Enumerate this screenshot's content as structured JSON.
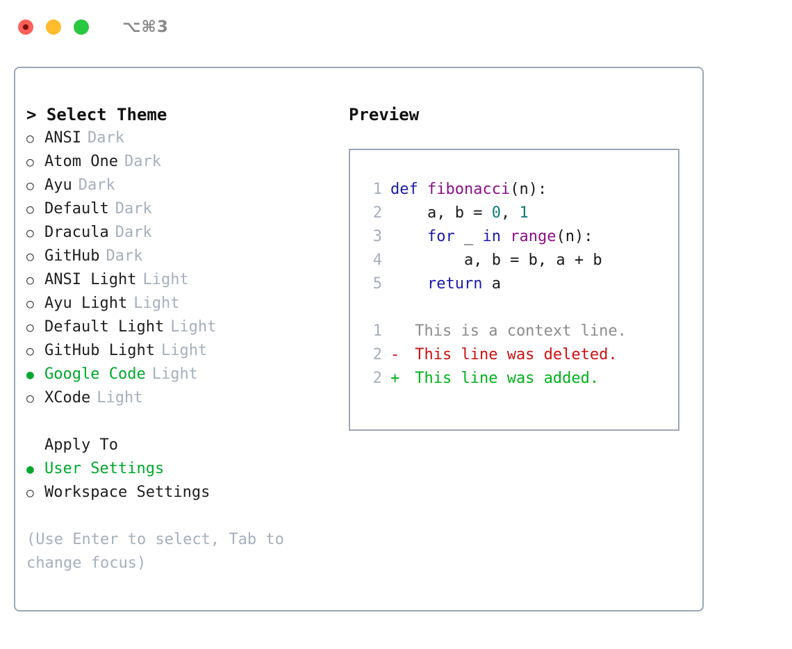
{
  "titlebar": {
    "shortcut": "⌥⌘3",
    "buttons": {
      "close": "close-window",
      "minimize": "minimize-window",
      "zoom": "zoom-window"
    }
  },
  "left": {
    "heading_caret": "> ",
    "heading": "Select Theme",
    "themes": [
      {
        "bullet": "○",
        "name": "ANSI",
        "tag": "Dark",
        "selected": false
      },
      {
        "bullet": "○",
        "name": "Atom One",
        "tag": "Dark",
        "selected": false
      },
      {
        "bullet": "○",
        "name": "Ayu",
        "tag": "Dark",
        "selected": false
      },
      {
        "bullet": "○",
        "name": "Default",
        "tag": "Dark",
        "selected": false
      },
      {
        "bullet": "○",
        "name": "Dracula",
        "tag": "Dark",
        "selected": false
      },
      {
        "bullet": "○",
        "name": "GitHub",
        "tag": "Dark",
        "selected": false
      },
      {
        "bullet": "○",
        "name": "ANSI Light",
        "tag": "Light",
        "selected": false
      },
      {
        "bullet": "○",
        "name": "Ayu Light",
        "tag": "Light",
        "selected": false
      },
      {
        "bullet": "○",
        "name": "Default Light",
        "tag": "Light",
        "selected": false
      },
      {
        "bullet": "○",
        "name": "GitHub Light",
        "tag": "Light",
        "selected": false
      },
      {
        "bullet": "●",
        "name": "Google Code",
        "tag": "Light",
        "selected": true
      },
      {
        "bullet": "○",
        "name": "XCode",
        "tag": "Light",
        "selected": false
      }
    ],
    "apply_heading": "Apply To",
    "apply_options": [
      {
        "bullet": "●",
        "name": "User Settings",
        "selected": true
      },
      {
        "bullet": "○",
        "name": "Workspace Settings",
        "selected": false
      }
    ],
    "hint": "(Use Enter to select, Tab to change focus)"
  },
  "preview": {
    "heading": "Preview",
    "code_lines": [
      {
        "num": "1",
        "tokens": [
          {
            "t": "def ",
            "c": "kw"
          },
          {
            "t": "fibonacci",
            "c": "fn"
          },
          {
            "t": "(n):",
            "c": "plain"
          }
        ]
      },
      {
        "num": "2",
        "tokens": [
          {
            "t": "    a, b = ",
            "c": "plain"
          },
          {
            "t": "0",
            "c": "num"
          },
          {
            "t": ", ",
            "c": "plain"
          },
          {
            "t": "1",
            "c": "num"
          }
        ]
      },
      {
        "num": "3",
        "tokens": [
          {
            "t": "    ",
            "c": "plain"
          },
          {
            "t": "for",
            "c": "kw"
          },
          {
            "t": " _ ",
            "c": "plain"
          },
          {
            "t": "in",
            "c": "kw"
          },
          {
            "t": " ",
            "c": "plain"
          },
          {
            "t": "range",
            "c": "fn"
          },
          {
            "t": "(n):",
            "c": "plain"
          }
        ]
      },
      {
        "num": "4",
        "tokens": [
          {
            "t": "        a, b = b, a + b",
            "c": "plain"
          }
        ]
      },
      {
        "num": "5",
        "tokens": [
          {
            "t": "    ",
            "c": "plain"
          },
          {
            "t": "return",
            "c": "kw"
          },
          {
            "t": " a",
            "c": "plain"
          }
        ]
      }
    ],
    "diff_lines": [
      {
        "num": "1",
        "mark": " ",
        "text": " This is a context line.",
        "kind": "ctx"
      },
      {
        "num": "2",
        "mark": "-",
        "text": " This line was deleted.",
        "kind": "del"
      },
      {
        "num": "2",
        "mark": "+",
        "text": " This line was added.",
        "kind": "add"
      }
    ]
  },
  "colors": {
    "accent_green": "#00a82d",
    "border": "#9aa6b8",
    "muted": "#a6afbd",
    "keyword": "#1a1aa6",
    "function": "#8b0f87",
    "number": "#0b7a7a",
    "diff_add": "#00b019",
    "diff_del": "#cc1111",
    "diff_ctx": "#8c8c8c"
  }
}
